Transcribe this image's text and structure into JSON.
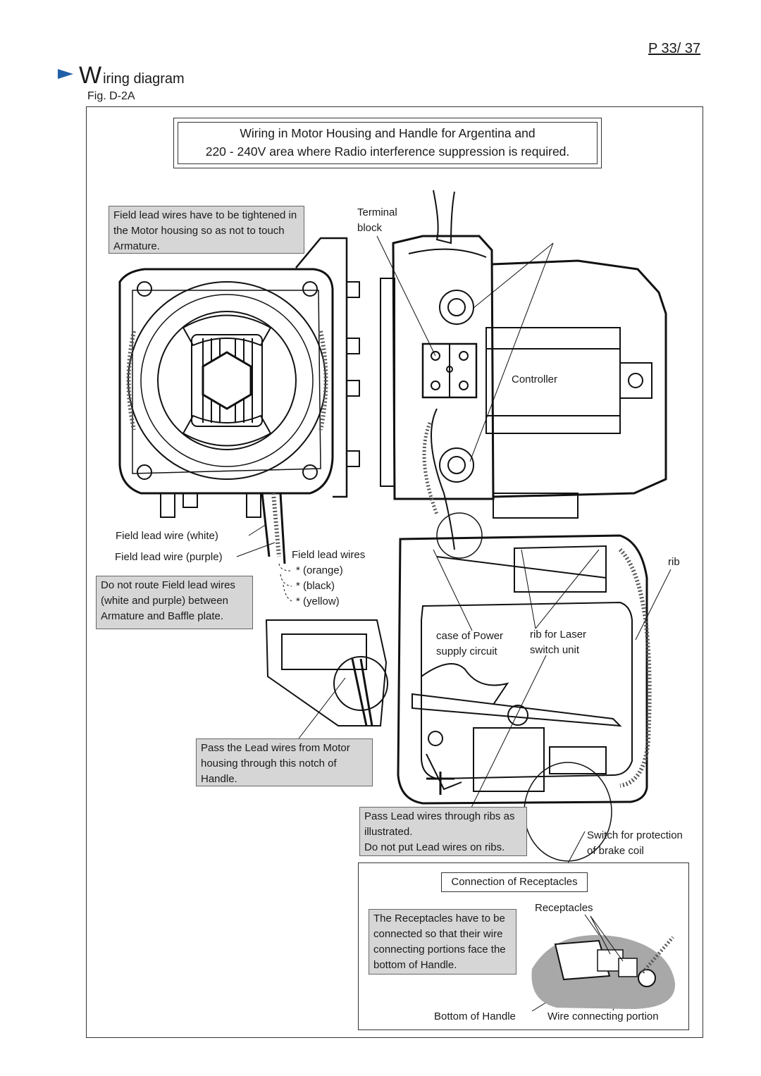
{
  "page": {
    "number": "P 33/ 37"
  },
  "heading": {
    "first_letter": "W",
    "rest": "iring  diagram"
  },
  "figure": {
    "label": "Fig. D-2A"
  },
  "title": {
    "line1": "Wiring in Motor Housing and Handle for Argentina and",
    "line2": "220 - 240V  area where Radio interference suppression is required."
  },
  "notes": {
    "field_lead_tightened": "Field lead wires have to be tightened in the Motor housing so as not to touch Armature.",
    "do_not_route": "Do not route Field lead wires (white and purple) between Armature and Baffle plate.",
    "pass_lead_notch": "Pass the Lead wires from Motor housing through this notch of Handle.",
    "pass_lead_ribs_1": "Pass Lead wires through ribs as illustrated.",
    "pass_lead_ribs_2": "Do not put Lead wires on ribs.",
    "receptacles_note": "The Receptacles have to be connected so that their wire connecting portions face the bottom of Handle."
  },
  "labels": {
    "terminal_block_1": "Terminal",
    "terminal_block_2": "block",
    "controller": "Controller",
    "field_lead_white": "Field lead wire (white)",
    "field_lead_purple": "Field lead wire (purple)",
    "field_lead_wires": "Field lead wires",
    "orange": "*  (orange)",
    "black": "*  (black)",
    "yellow": "*  (yellow)",
    "rib": "rib",
    "case_power_1": "case of Power",
    "case_power_2": "supply circuit",
    "rib_laser_1": "rib for Laser",
    "rib_laser_2": "switch unit",
    "switch_brake_1": "Switch for protection",
    "switch_brake_2": "of brake coil",
    "connection_receptacles": "Connection of Receptacles",
    "receptacles": "Receptacles",
    "bottom_of_handle": "Bottom of Handle",
    "wire_connecting_portion": "Wire connecting portion"
  },
  "colors": {
    "arrow": "#1f5fa8",
    "note_bg": "#d6d6d6",
    "shadow": "#a8a8a8"
  }
}
